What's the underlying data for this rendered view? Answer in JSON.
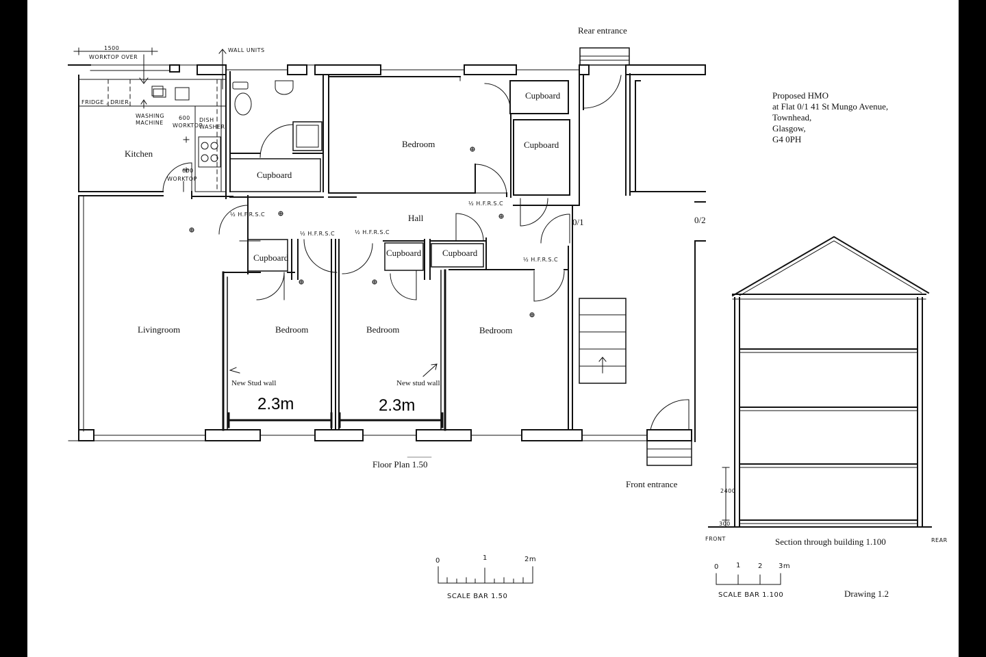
{
  "rooms": {
    "kitchen": "Kitchen",
    "livingroom": "Livingroom",
    "bedroom_top": "Bedroom",
    "bedroom_1": "Bedroom",
    "bedroom_2": "Bedroom",
    "bedroom_3": "Bedroom",
    "hall": "Hall",
    "cupboard_top1": "Cupboard",
    "cupboard_top2": "Cupboard",
    "cupboard_bath": "Cupboard",
    "cupboard_b1": "Cupboard",
    "cupboard_b2": "Cupboard",
    "cupboard_b3": "Cupboard"
  },
  "annotations": {
    "worktop_1500": "1500",
    "worktop_over": "WORKTOP OVER",
    "wall_units": "WALL UNITS",
    "fridge_drier": "FRIDGE , DRIER",
    "washing": "WASHING",
    "machine": "MACHINE",
    "worktop_600a_num": "600",
    "worktop_600a": "WORKTOP",
    "dish": "DISH",
    "washer": "WASHER",
    "worktop_600b_num": "600",
    "worktop_600b": "WORKTOP",
    "hfrsc_1": "½ H.F.R.S.C",
    "hfrsc_2": "½ H.F.R.S.C",
    "hfrsc_3": "½ H.F.R.S.C",
    "hfrsc_4": "½ H.F.R.S.C",
    "hfrsc_5": "½ H.F.R.S.C",
    "flat_01": "0/1",
    "flat_02": "0/2",
    "new_stud_wall_1": "New Stud wall",
    "new_stud_wall_2": "New stud wall",
    "dim_1": "2.3m",
    "dim_2": "2.3m"
  },
  "entrances": {
    "rear": "Rear entrance",
    "front": "Front entrance"
  },
  "captions": {
    "floor_plan": "Floor Plan 1.50",
    "section": "Section through building 1.100",
    "drawing": "Drawing 1.2"
  },
  "title_block": {
    "line1": "Proposed HMO",
    "line2": "at Flat 0/1 41 St Mungo Avenue,",
    "line3": "Townhead,",
    "line4": "Glasgow,",
    "line5": "G4 0PH"
  },
  "section": {
    "dim_2400": "2400",
    "dim_300": "300",
    "front": "FRONT",
    "rear": "REAR"
  },
  "scale_bar_50": {
    "t0": "0",
    "t1": "1",
    "t2": "2m",
    "label": "SCALE BAR 1.50"
  },
  "scale_bar_100": {
    "t0": "0",
    "t1": "1",
    "t2": "2",
    "t3": "3m",
    "label": "SCALE BAR 1.100"
  }
}
